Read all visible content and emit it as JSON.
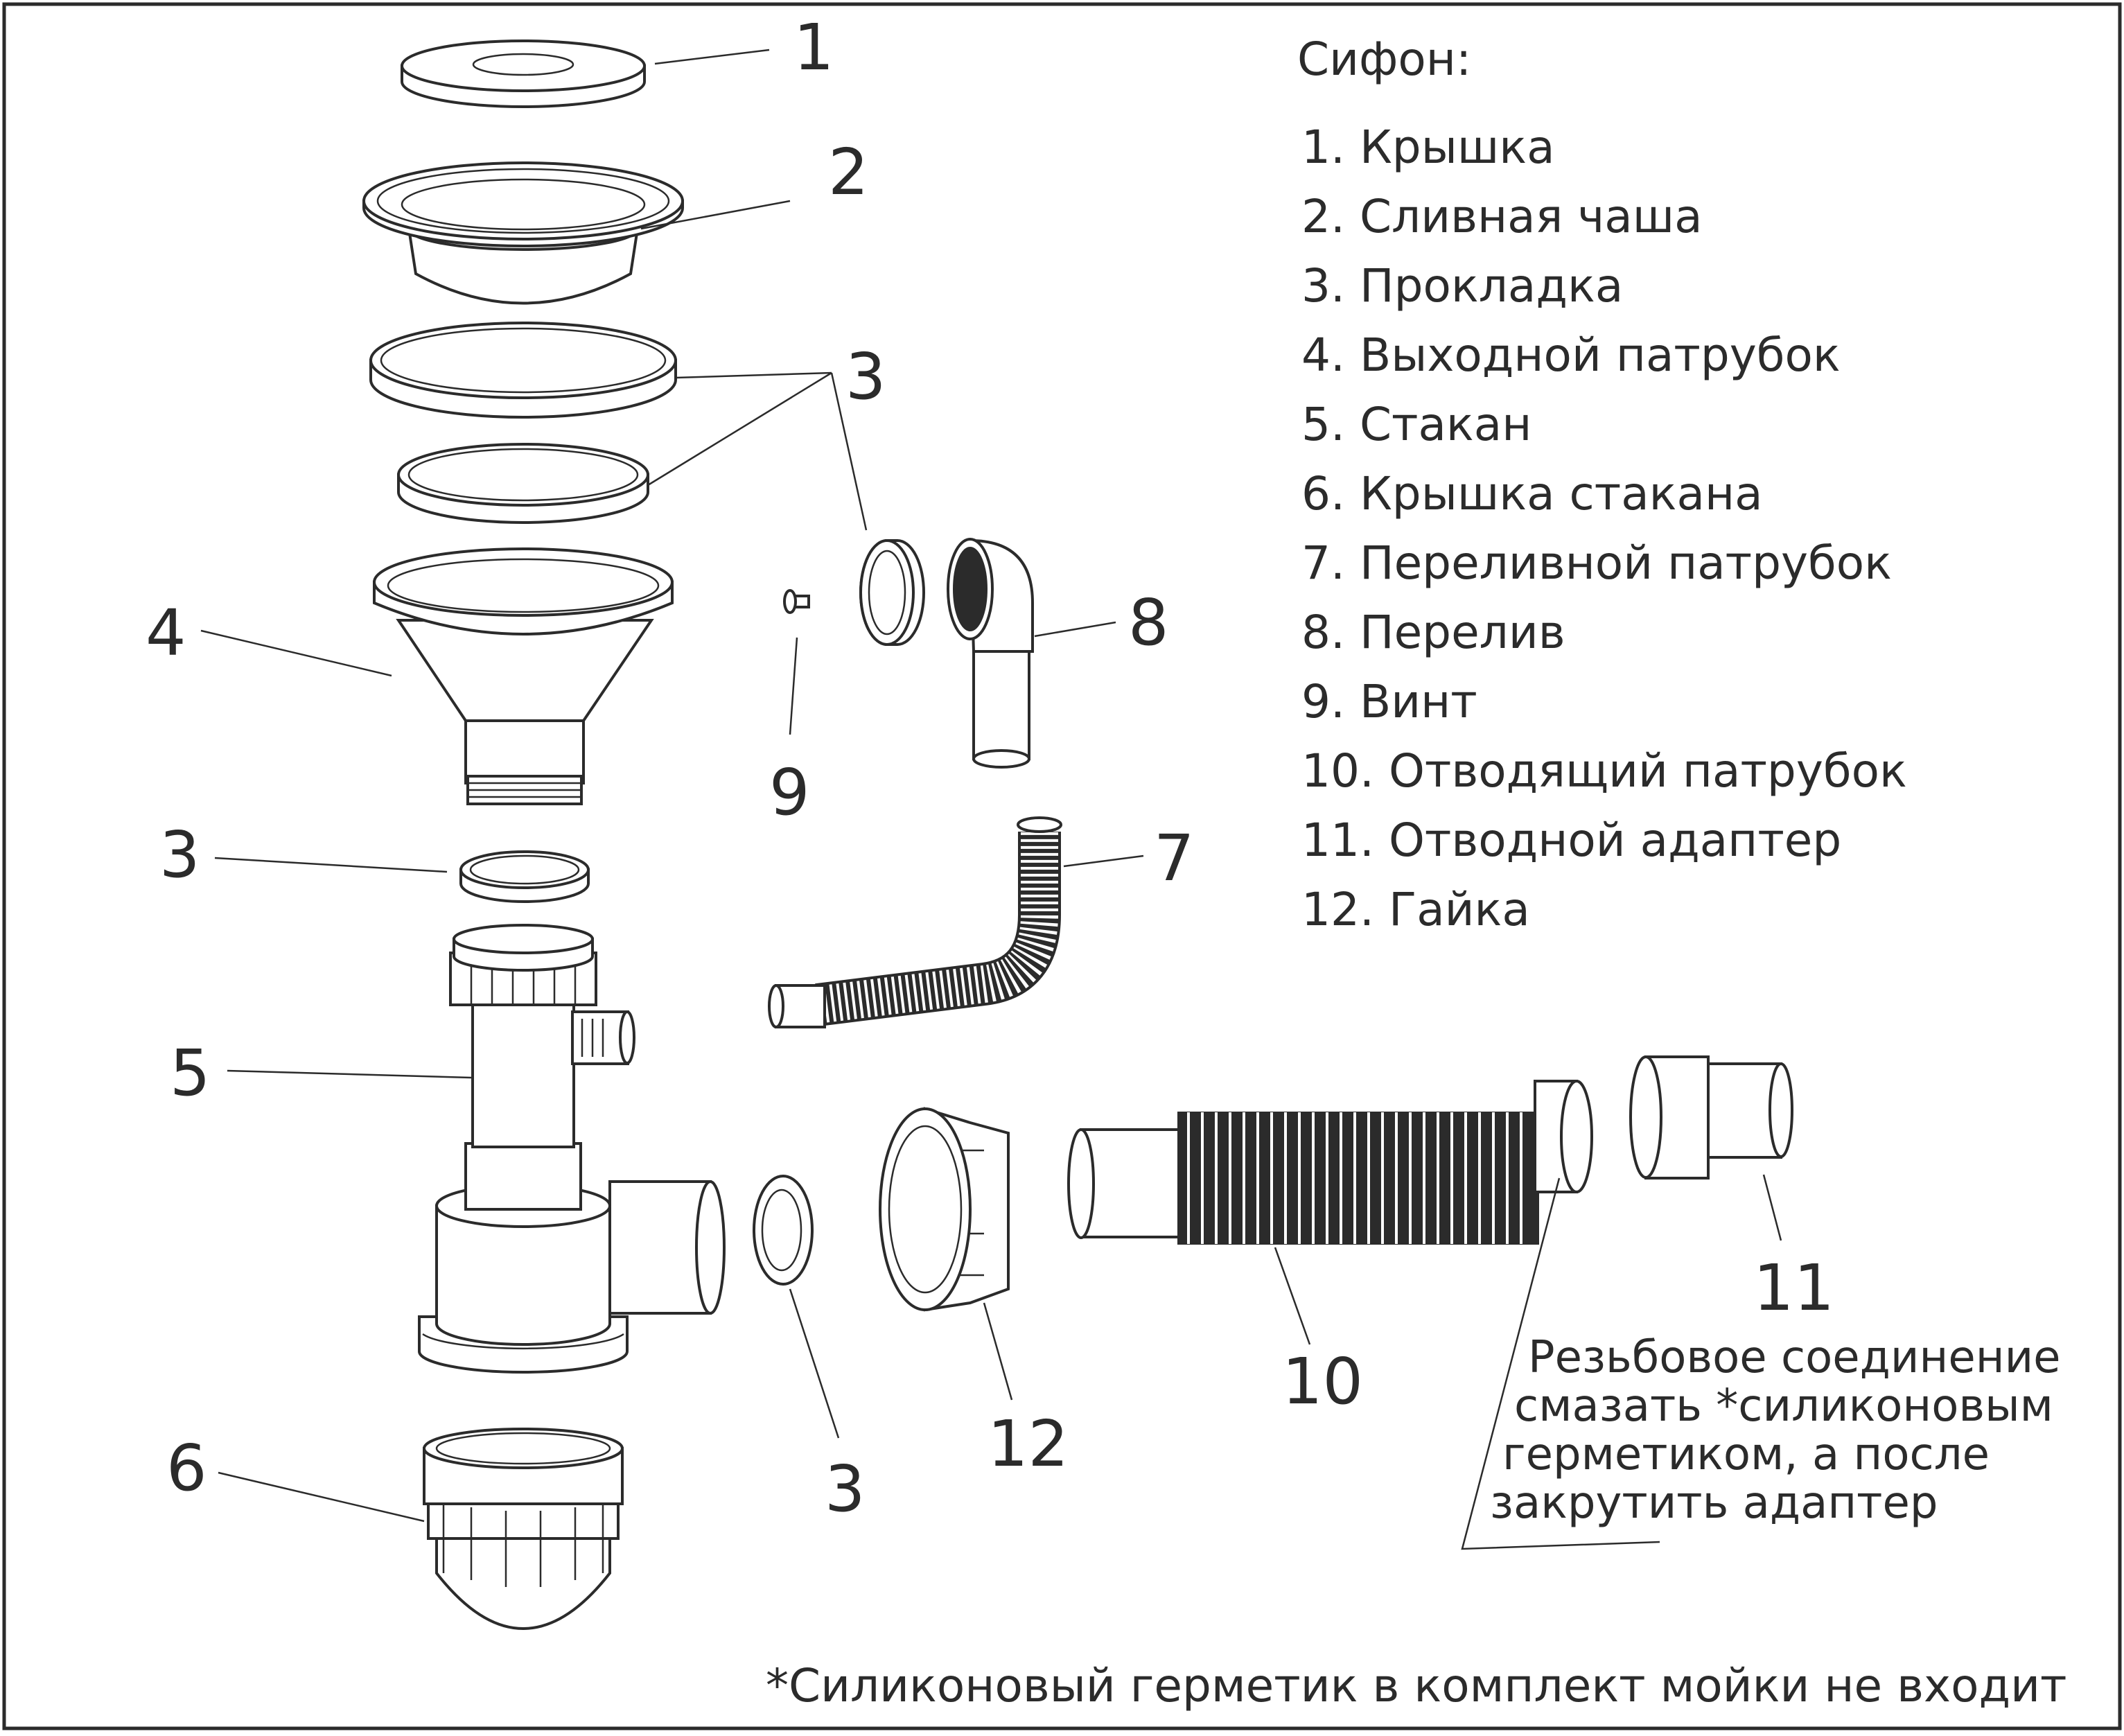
{
  "title": "Сифон:",
  "legend": [
    "1. Крышка",
    "2. Сливная чаша",
    "3. Прокладка",
    "4. Выходной патрубок",
    "5. Стакан",
    "6. Крышка стакана",
    "7. Переливной патрубок",
    "8. Перелив",
    "9. Винт",
    "10. Отводящий патрубок",
    "11. Отводной адаптер",
    "12. Гайка"
  ],
  "callouts": {
    "n1": "1",
    "n2": "2",
    "n3a": "3",
    "n4": "4",
    "n3b": "3",
    "n5": "5",
    "n6": "6",
    "n9": "9",
    "n8": "8",
    "n7": "7",
    "n3c": "3",
    "n12": "12",
    "n10": "10",
    "n11": "11"
  },
  "note": [
    "Резьбовое соединение",
    "смазать *силиконовым",
    "герметиком, а после",
    "закрутить адаптер"
  ],
  "footnote": "*Силиконовый герметик в комплект мойки не входит",
  "colors": {
    "line": "#2b2b2b",
    "background": "#ffffff"
  }
}
